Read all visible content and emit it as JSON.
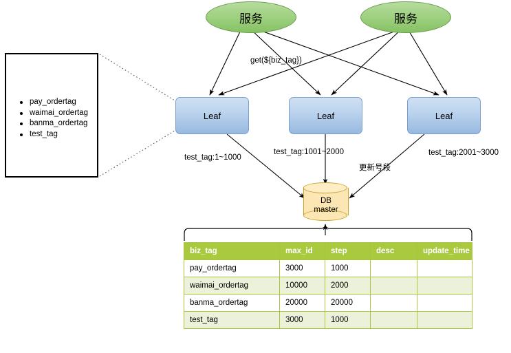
{
  "diagram": {
    "services": [
      {
        "label": "服务"
      },
      {
        "label": "服务"
      }
    ],
    "leaves": [
      {
        "label": "Leaf"
      },
      {
        "label": "Leaf"
      },
      {
        "label": "Leaf"
      }
    ],
    "database": {
      "line1": "DB",
      "line2": "master"
    },
    "edge_labels": {
      "get_call": "get(${biz_tag})",
      "range_1": "test_tag:1~1000",
      "range_2": "test_tag:1001~2000",
      "range_3": "test_tag:2001~3000",
      "update_segment": "更新号段"
    },
    "tag_box": {
      "items": [
        "pay_ordertag",
        "waimai_ordertag",
        "banma_ordertag",
        "test_tag"
      ]
    },
    "colors": {
      "service_fill": "#9ccf7e",
      "service_border": "#6a9c4f",
      "leaf_fill": "#bcd4ee",
      "leaf_border": "#7a9ec9",
      "db_fill": "#fbe6b4",
      "db_border": "#c9a227",
      "table_header": "#a9c93f",
      "table_row_alt": "#ecf1da",
      "table_border": "#a9c23f",
      "line": "#000000"
    }
  },
  "table": {
    "columns": [
      "biz_tag",
      "max_id",
      "step",
      "desc",
      "update_time"
    ],
    "rows": [
      {
        "biz_tag": "pay_ordertag",
        "max_id": "3000",
        "step": "1000",
        "desc": "",
        "update_time": ""
      },
      {
        "biz_tag": "waimai_ordertag",
        "max_id": "10000",
        "step": "2000",
        "desc": "",
        "update_time": ""
      },
      {
        "biz_tag": "banma_ordertag",
        "max_id": "20000",
        "step": "20000",
        "desc": "",
        "update_time": ""
      },
      {
        "biz_tag": "test_tag",
        "max_id": "3000",
        "step": "1000",
        "desc": "",
        "update_time": ""
      }
    ]
  }
}
